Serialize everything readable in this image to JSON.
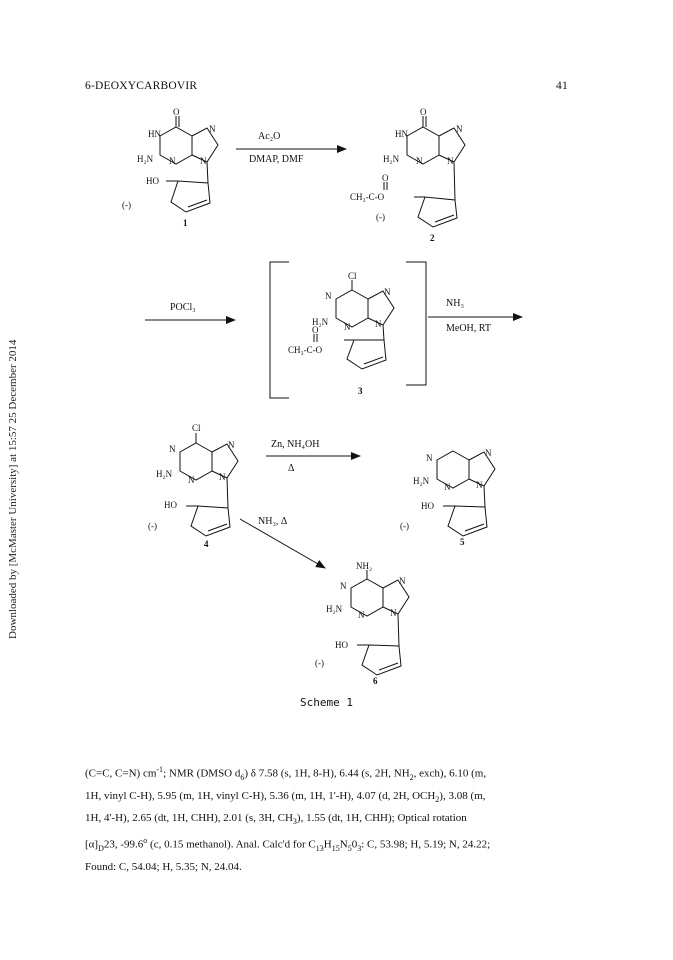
{
  "header": {
    "running_title": "6-DEOXYCARBOVIR",
    "page_number": "41"
  },
  "sidebar": {
    "download_note": "Downloaded by [McMaster University] at 15:57 25 December 2014"
  },
  "scheme": {
    "caption": "Scheme 1",
    "labels": {
      "O": "O",
      "HN": "HN",
      "H2N": "H₂N",
      "N": "N",
      "HO": "HO",
      "Cl": "Cl",
      "NH2": "NH₂",
      "minus": "(-)",
      "acetyl": "CH₃-C-O",
      "carbonyl_O": "O"
    },
    "compound_numbers": [
      "1",
      "2",
      "3",
      "4",
      "5",
      "6"
    ],
    "reagents": {
      "step1_top": "Ac₂O",
      "step1_bottom": "DMAP, DMF",
      "step2": "POCl₃",
      "step3_top": "NH₃",
      "step3_bottom": "MeOH, RT",
      "step4_top": "Zn, NH₄OH",
      "step4_bottom": "Δ",
      "step5": "NH₃, Δ"
    }
  },
  "body": {
    "line1": "(C=C, C=N) cm",
    "line1_sup": "-1",
    "line1_rest": "; NMR (DMSO d",
    "line1_sub": "6",
    "line1_end": ") δ 7.58 (s, 1H, 8-H), 6.44 (s, 2H, NH",
    "line1_sub2": "2",
    "line1_tail": ", exch), 6.10 (m,",
    "line2": "1H, vinyl C-H), 5.95 (m, 1H, vinyl C-H), 5.36 (m, 1H, 1'-H), 4.07 (d, 2H, OCH",
    "line2_sub": "2",
    "line2_tail": "), 3.08 (m,",
    "line3": "1H, 4'-H), 2.65 (dt, 1H, CHH), 2.01 (s, 3H, CH",
    "line3_sub": "3",
    "line3_tail": "), 1.55 (dt, 1H, CHH); Optical rotation",
    "line4_a": "[α]",
    "line4_sub": "D",
    "line4_b": "23, -99.6",
    "line4_sup": "o",
    "line4_c": " (c, 0.15 methanol). Anal. Calc'd for C",
    "line4_f1": "13",
    "line4_d": "H",
    "line4_f2": "15",
    "line4_e": "N",
    "line4_f3": "5",
    "line4_g": "0",
    "line4_f4": "3",
    "line4_h": ": C, 53.98; H, 5.19; N, 24.22;",
    "line5": "Found: C, 54.04; H, 5.35; N, 24.04."
  }
}
